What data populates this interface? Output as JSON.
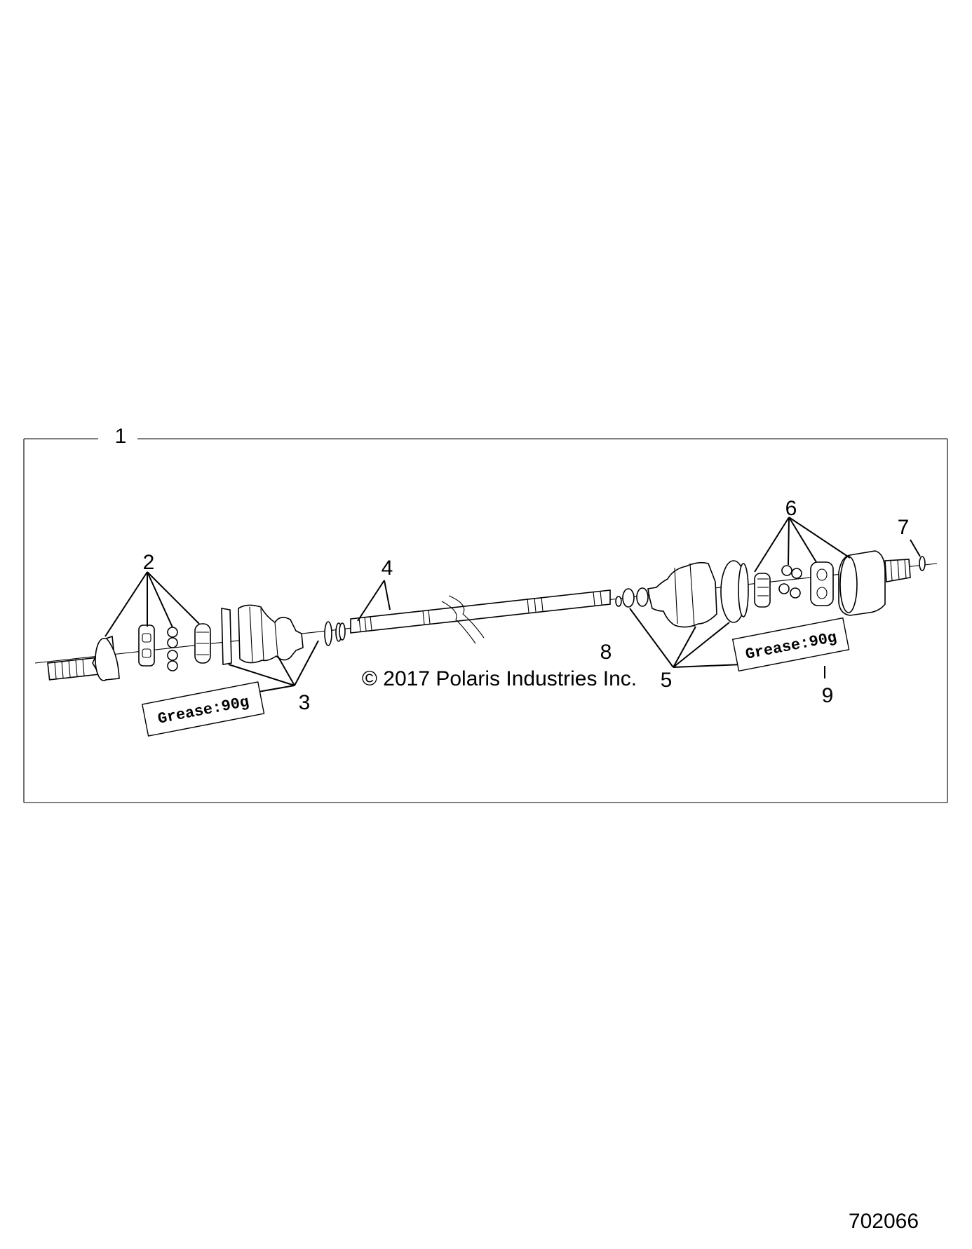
{
  "diagram": {
    "assembly_callout": "1",
    "copyright": "© 2017 Polaris Industries Inc.",
    "drawing_number": "702066",
    "grease_left": "Grease:90g",
    "grease_right": "Grease:90g",
    "callouts": [
      "2",
      "3",
      "4",
      "5",
      "6",
      "7",
      "8",
      "9"
    ]
  }
}
